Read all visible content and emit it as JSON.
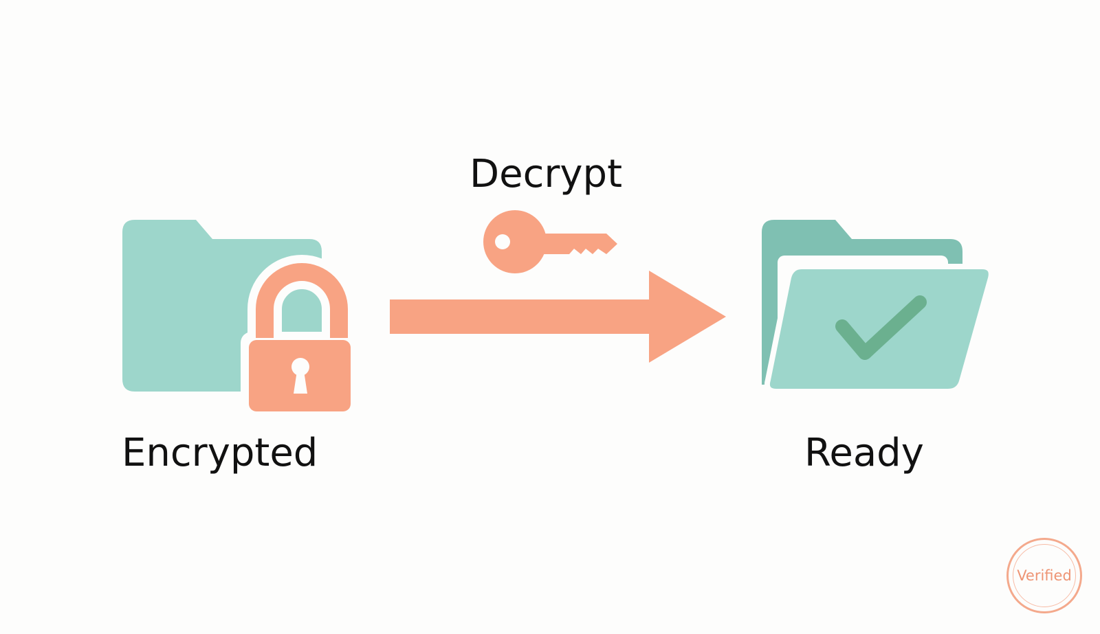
{
  "diagram": {
    "source": {
      "label": "Encrypted",
      "icon": "locked-folder-icon"
    },
    "step": {
      "label": "Decrypt",
      "icon": "key-icon",
      "connector": "arrow-right-icon"
    },
    "target": {
      "label": "Ready",
      "icon": "open-folder-check-icon"
    }
  },
  "stamp": {
    "text": "Verified"
  },
  "colors": {
    "folder_teal": "#9dd6cb",
    "folder_teal_dark": "#7fc0b2",
    "accent_coral": "#f8a383",
    "check_green": "#6bb08f",
    "text": "#111111",
    "background": "#fdfdfc"
  }
}
